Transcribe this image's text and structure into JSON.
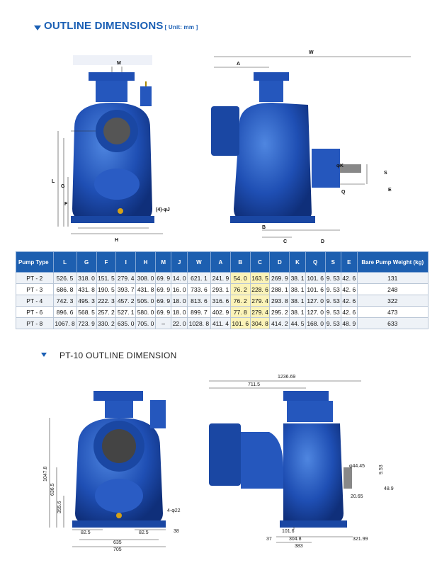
{
  "section1": {
    "title": "OUTLINE DIMENSIONS",
    "unit": "[ Unit: mm ]"
  },
  "section2": {
    "title": "PT-10 OUTLINE DIMENSION"
  },
  "fig1_labels": {
    "M": "M",
    "W": "W",
    "A": "A",
    "L": "L",
    "G": "G",
    "F": "F",
    "H": "H",
    "hole": "(4)-φJ",
    "K": "φK",
    "S": "S",
    "E": "E",
    "Q": "Q",
    "B": "B",
    "C": "C",
    "D": "D"
  },
  "table": {
    "headers": [
      "Pump Type",
      "L",
      "G",
      "F",
      "I",
      "H",
      "M",
      "J",
      "W",
      "A",
      "B",
      "C",
      "D",
      "K",
      "Q",
      "S",
      "E",
      "Bare Pump Weight (kg)"
    ],
    "rows": [
      [
        "PT - 2",
        "526. 5",
        "318. 0",
        "151. 5",
        "279. 4",
        "308. 0",
        "69. 9",
        "14. 0",
        "621. 1",
        "241. 9",
        "54. 0",
        "163. 5",
        "269. 9",
        "38. 1",
        "101. 6",
        "9. 53",
        "42. 6",
        "131"
      ],
      [
        "PT - 3",
        "686. 8",
        "431. 8",
        "190. 5",
        "393. 7",
        "431. 8",
        "69. 9",
        "16. 0",
        "733. 6",
        "293. 1",
        "76. 2",
        "228. 6",
        "288. 1",
        "38. 1",
        "101. 6",
        "9. 53",
        "42. 6",
        "248"
      ],
      [
        "PT - 4",
        "742. 3",
        "495. 3",
        "222. 3",
        "457. 2",
        "505. 0",
        "69. 9",
        "18. 0",
        "813. 6",
        "316. 6",
        "76. 2",
        "279. 4",
        "293. 8",
        "38. 1",
        "127. 0",
        "9. 53",
        "42. 6",
        "322"
      ],
      [
        "PT - 6",
        "896. 6",
        "568. 5",
        "257. 2",
        "527. 1",
        "580. 0",
        "69. 9",
        "18. 0",
        "899. 7",
        "402. 9",
        "77. 8",
        "279. 4",
        "295. 2",
        "38. 1",
        "127. 0",
        "9. 53",
        "42. 6",
        "473"
      ],
      [
        "PT - 8",
        "1067. 8",
        "723. 9",
        "330. 2",
        "635. 0",
        "705. 0",
        "–",
        "22. 0",
        "1028. 8",
        "411. 4",
        "101. 6",
        "304. 8",
        "414. 2",
        "44. 5",
        "168. 0",
        "9. 53",
        "48. 9",
        "633"
      ]
    ]
  },
  "fig2_labels": {
    "h_total": "1047.8",
    "h_mid": "636.5",
    "h_low": "355.6",
    "side": "82.5",
    "side2": "82.5",
    "foot": "38",
    "w635": "635",
    "w705": "705",
    "holes": "4-φ22",
    "w_total": "1236.69",
    "w_711": "711.5",
    "d37": "37",
    "d3048": "304.8",
    "d383": "383",
    "d32199": "321.99",
    "d1016": "101.6",
    "shaft": "φ44.45",
    "d953": "9.53",
    "d489": "48.9",
    "d2065": "20.65"
  },
  "colors": {
    "pump_blue": "#1f4fb4",
    "header_blue": "#1d5fb0",
    "highlight_yellow": "#fbf3b8"
  }
}
